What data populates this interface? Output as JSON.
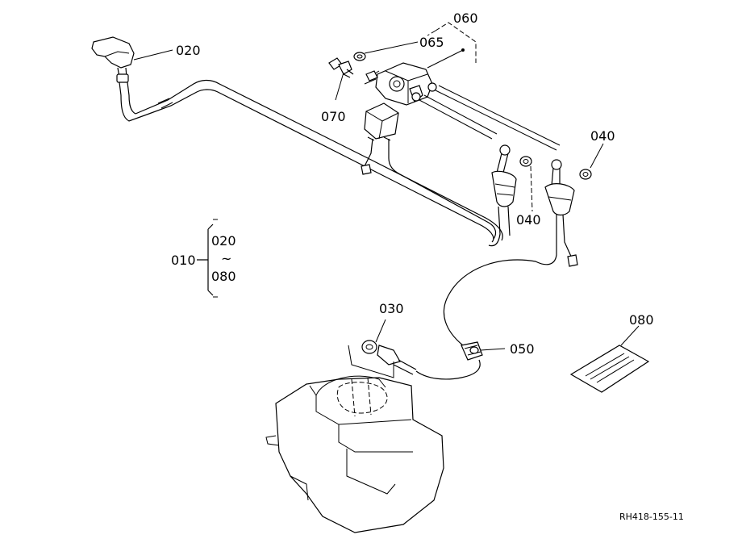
{
  "labels": {
    "p020_top": "020",
    "p060": "060",
    "p065": "065",
    "p070": "070",
    "p040_right": "040",
    "p040_mid": "040",
    "p010": "010",
    "p020_group": "020",
    "p_tilde": "~",
    "p080_group": "080",
    "p030": "030",
    "p050": "050",
    "p080": "080"
  },
  "reference": "RH418-155-11"
}
